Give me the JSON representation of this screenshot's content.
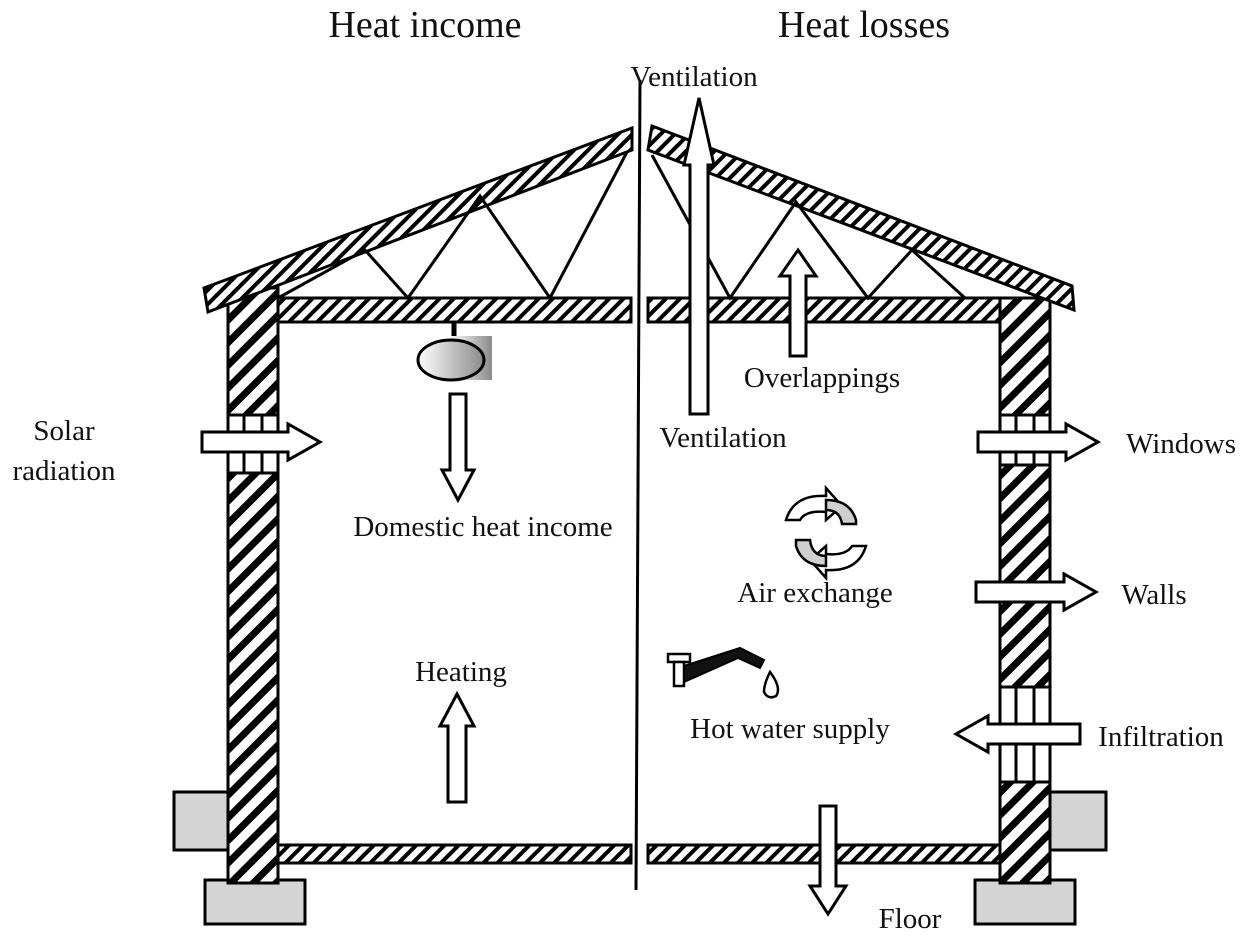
{
  "headings": {
    "income": "Heat income",
    "losses": "Heat losses"
  },
  "income_labels": {
    "solar_line1": "Solar",
    "solar_line2": "radiation",
    "domestic": "Domestic heat income",
    "heating": "Heating"
  },
  "loss_labels": {
    "ventilation_top": "Ventilation",
    "ventilation_inner": "Ventilation",
    "overlappings": "Overlappings",
    "windows": "Windows",
    "air_exchange": "Air exchange",
    "walls": "Walls",
    "hot_water": "Hot water supply",
    "infiltration": "Infiltration",
    "floor": "Floor"
  },
  "colors": {
    "line": "#000000",
    "foundation": "#d4d4d4",
    "lamp_shade": "#bdbdbd",
    "cycle_arrow": "#cfcfcf",
    "background": "#ffffff"
  }
}
